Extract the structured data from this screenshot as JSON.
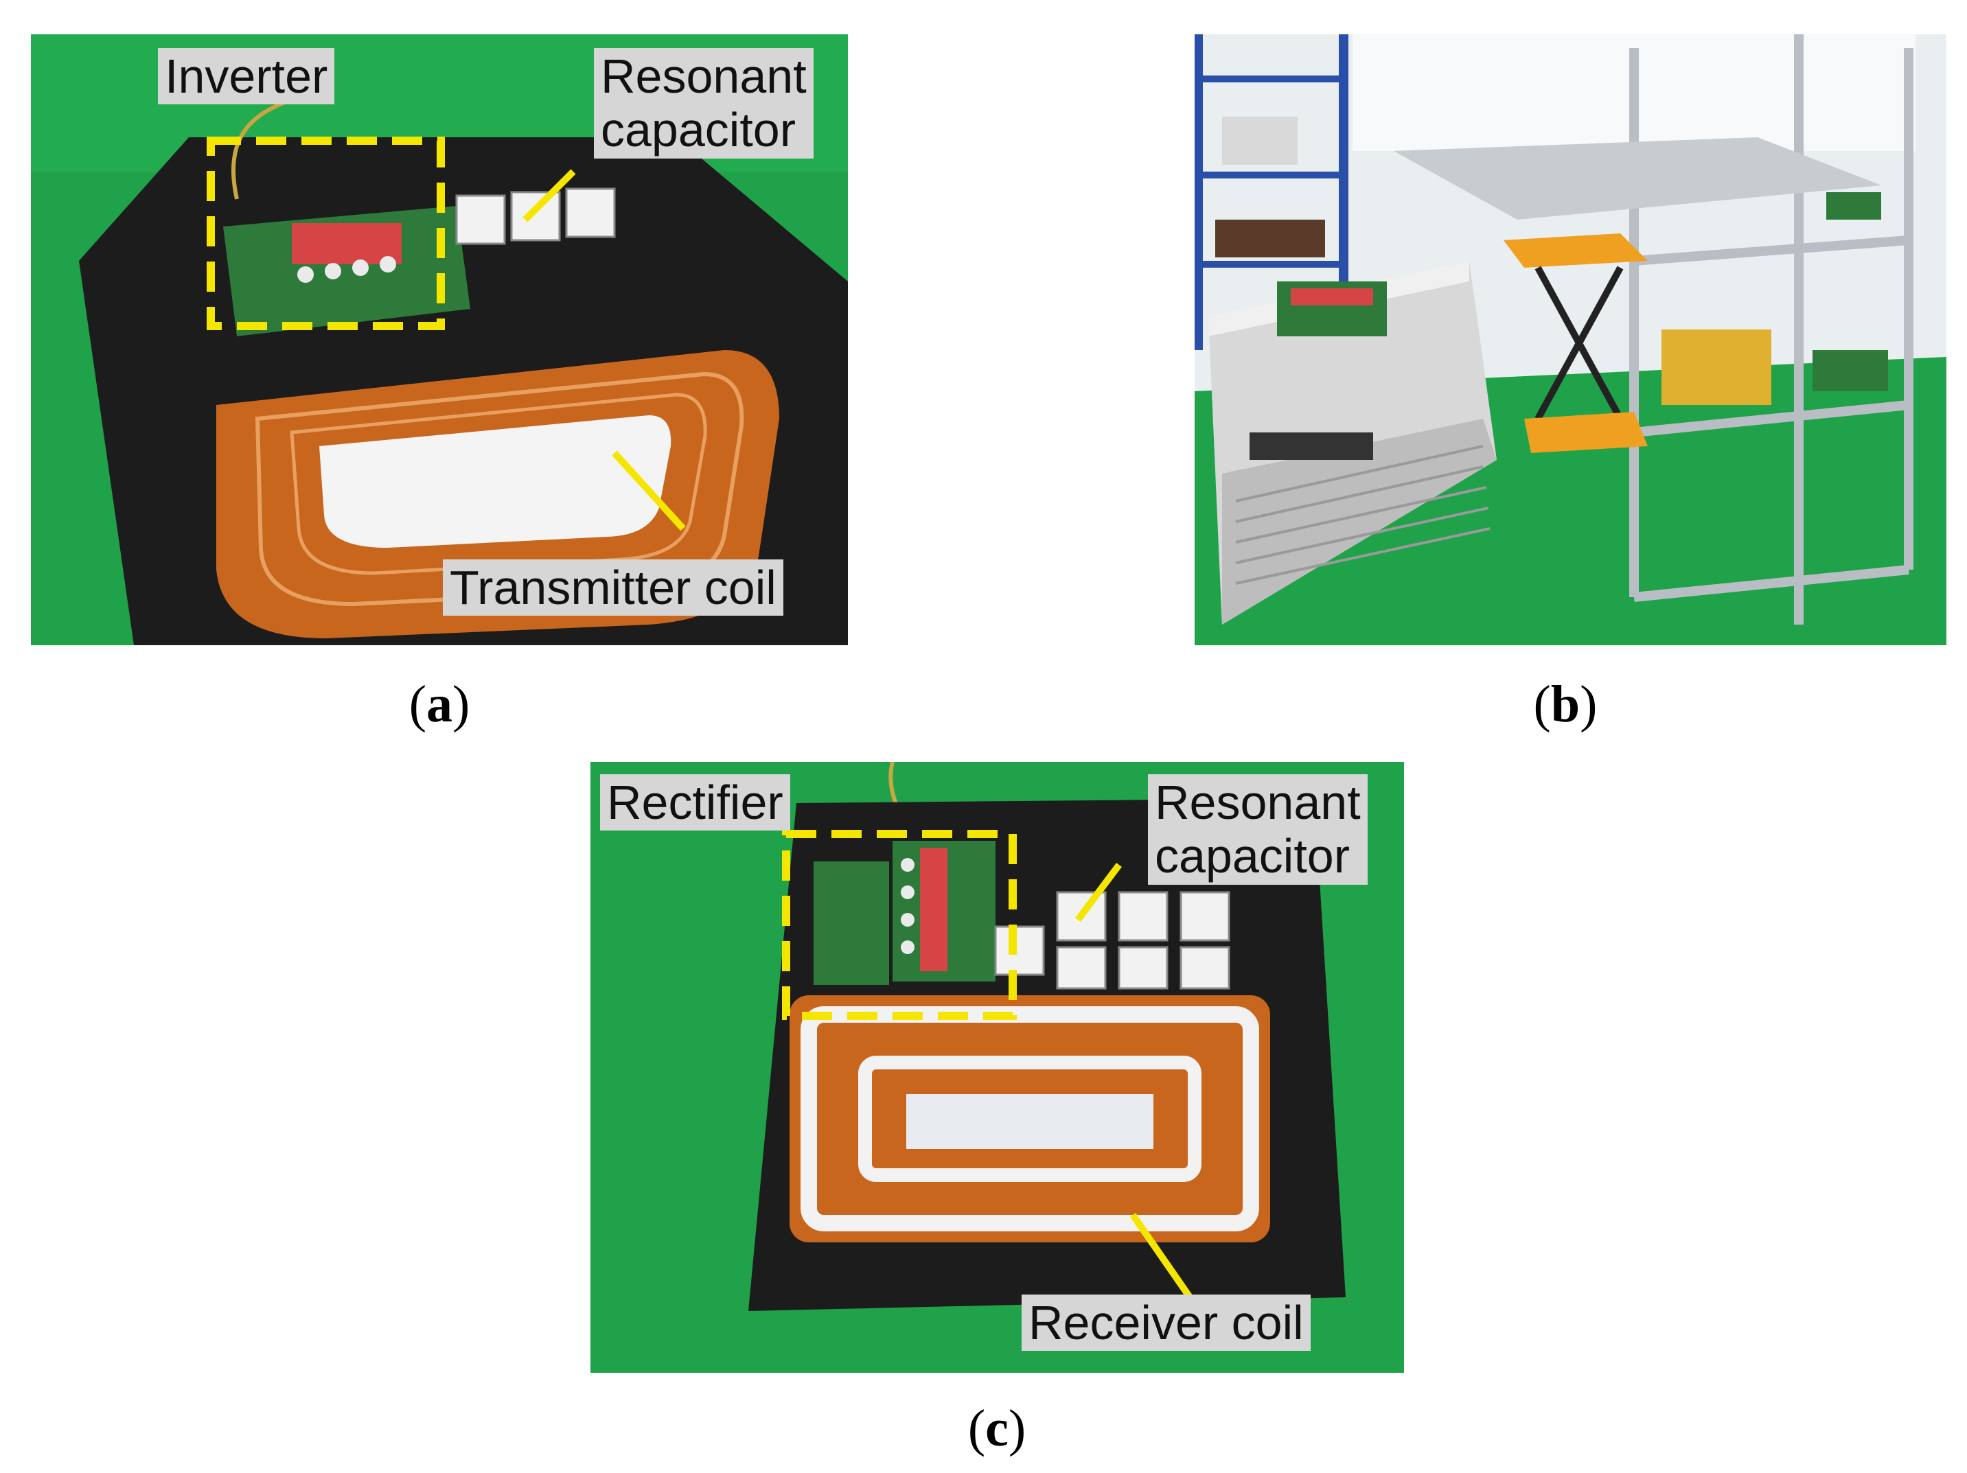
{
  "figure": {
    "panels": [
      {
        "id": "a",
        "caption_letter": "a",
        "labels": {
          "inverter": "Inverter",
          "resonant_capacitor": [
            "Resonant",
            "capacitor"
          ],
          "coil": "Transmitter coil"
        }
      },
      {
        "id": "b",
        "caption_letter": "b"
      },
      {
        "id": "c",
        "caption_letter": "c",
        "labels": {
          "rectifier": "Rectifier",
          "resonant_capacitor": [
            "Resonant",
            "capacitor"
          ],
          "coil": "Receiver coil"
        }
      }
    ],
    "colors": {
      "floor_green": "#1fa24a",
      "annotation_yellow": "#f5e600",
      "coil_copper": "#c8661e",
      "pad_black": "#1c1c1c",
      "label_gray": "#d6d6d6"
    }
  }
}
